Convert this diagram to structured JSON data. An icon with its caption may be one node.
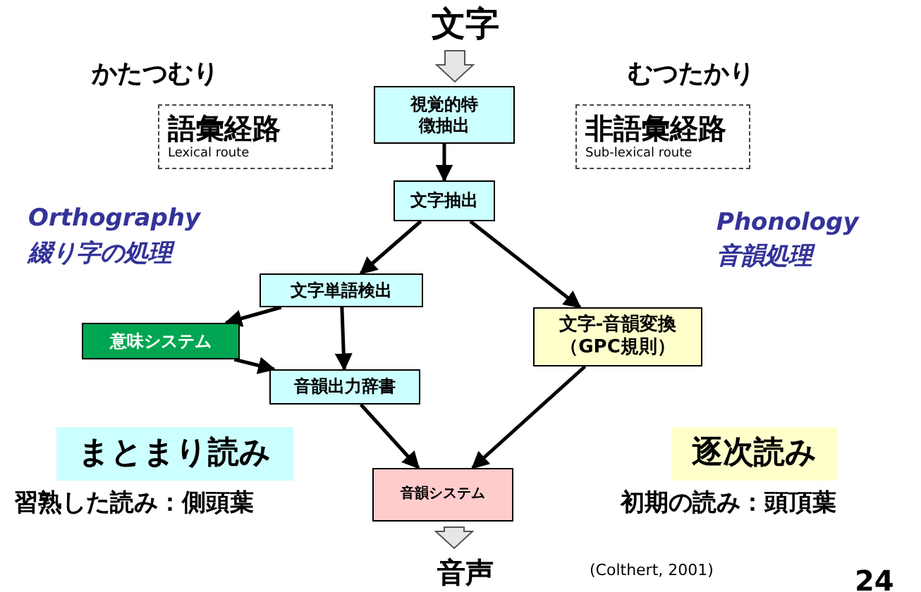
{
  "diagram": {
    "nodes": [
      {
        "text": [
          "文字"
        ]
      },
      {
        "text": [
          "視覚的特徴抽出"
        ]
      },
      {
        "text": [
          "文字抽出"
        ]
      },
      {
        "text": [
          "文字単語検出"
        ]
      },
      {
        "text": [
          "意味システム"
        ]
      },
      {
        "text": [
          "音韻出力辞書"
        ]
      },
      {
        "text": [
          "文字-音韻変換（GPC規則）"
        ]
      },
      {
        "text": [
          "音韻システム"
        ]
      },
      {
        "text": [
          "音声"
        ]
      },
      {
        "text": [
          "語彙経路",
          "Lexical route"
        ]
      },
      {
        "text": [
          "非語彙経路",
          "Sub-lexical route"
        ]
      },
      {
        "text": [
          "まとまり読み"
        ]
      },
      {
        "text": [
          "逐次読み"
        ]
      }
    ],
    "edges": [
      {
        "from": 0,
        "to": 1,
        "arrow": "to",
        "style": "thick"
      },
      {
        "from": 1,
        "to": 2,
        "arrow": "to"
      },
      {
        "from": 2,
        "to": 3,
        "arrow": "to"
      },
      {
        "from": 2,
        "to": 6,
        "arrow": "to"
      },
      {
        "from": 3,
        "to": 4,
        "arrow": "to"
      },
      {
        "from": 3,
        "to": 5,
        "arrow": "to"
      },
      {
        "from": 4,
        "to": 5,
        "arrow": "to"
      },
      {
        "from": 5,
        "to": 7,
        "arrow": "to"
      },
      {
        "from": 6,
        "to": 7,
        "arrow": "to"
      },
      {
        "from": 7,
        "to": 8,
        "arrow": "to",
        "style": "thick"
      }
    ],
    "labels": [
      "かたつむり",
      "むつたかり",
      "Orthography",
      "綴り字の処理",
      "Phonology",
      "音韻処理",
      "習熟した読み：側頭葉",
      "初期の読み：頭頂葉",
      "(Colthert, 2001)",
      "24"
    ]
  }
}
